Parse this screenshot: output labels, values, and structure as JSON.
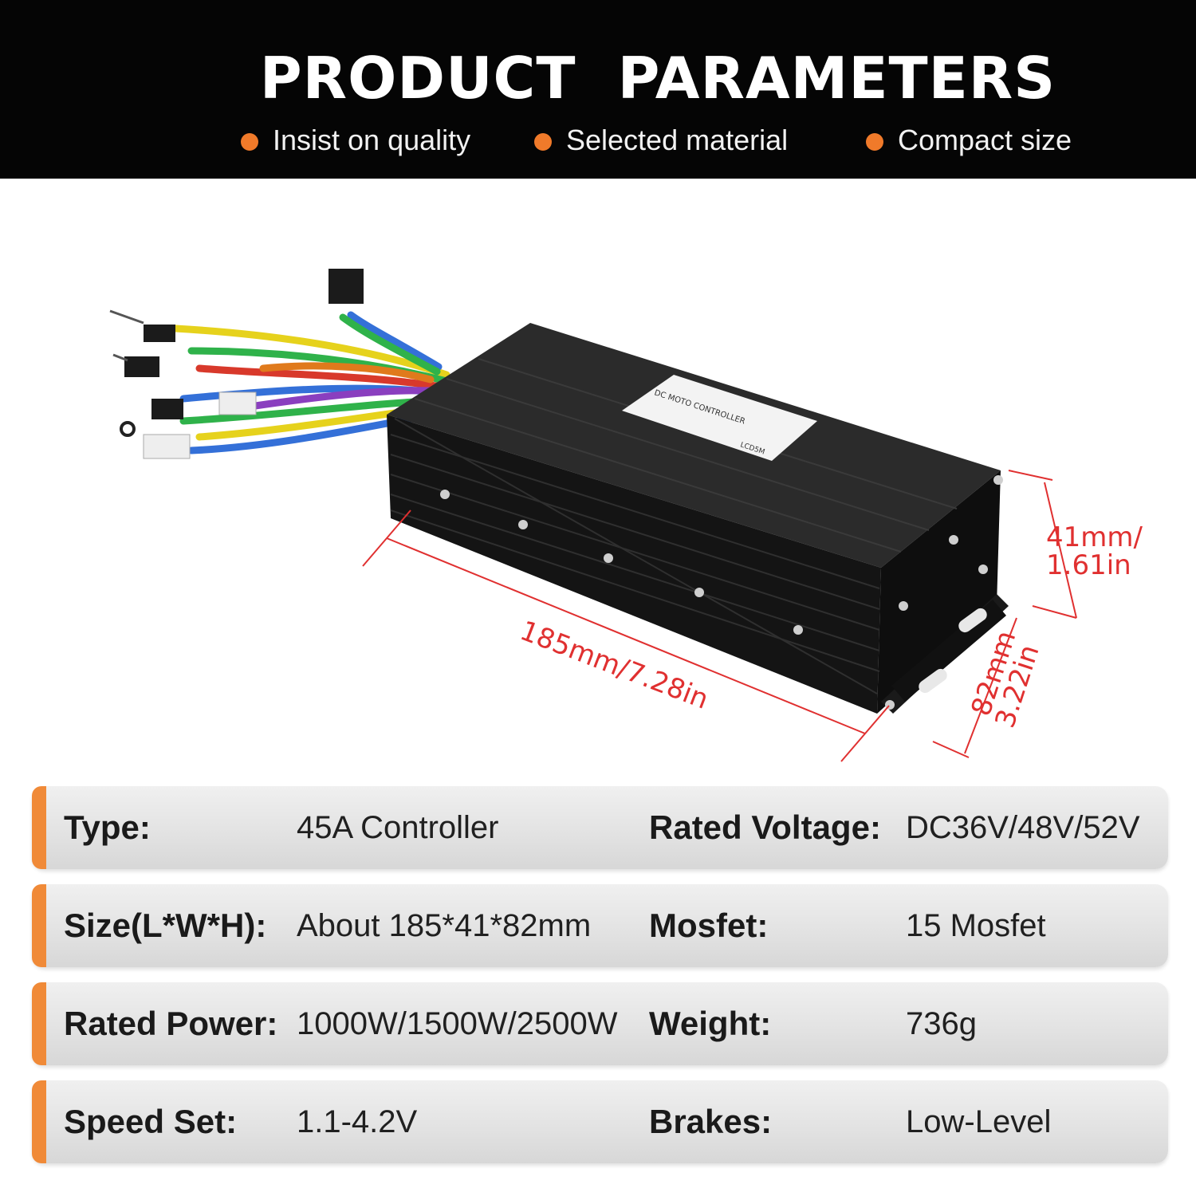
{
  "header": {
    "title": "PRODUCT  PARAMETERS",
    "features": [
      "Insist on quality",
      "Selected material",
      "Compact size"
    ]
  },
  "product": {
    "image": "motor-controller-photo",
    "label_lines": [
      "DC MOTO CONTROLLER",
      "LCD5M"
    ],
    "dimensions": {
      "length": "185mm/7.28in",
      "height_line1": "41mm/",
      "height_line2": "1.61in",
      "width_line1": "82mm",
      "width_line2": "3.22in"
    }
  },
  "specs": [
    {
      "label1": "Type:",
      "value1": "45A  Controller",
      "label2": "Rated Voltage:",
      "value2": "DC36V/48V/52V"
    },
    {
      "label1": "Size(L*W*H):",
      "value1": "About 185*41*82mm",
      "label2": "Mosfet:",
      "value2": "15 Mosfet"
    },
    {
      "label1": "Rated Power:",
      "value1": "1000W/1500W/2500W",
      "label2": "Weight:",
      "value2": "736g"
    },
    {
      "label1": "Speed Set:",
      "value1": "1.1-4.2V",
      "label2": "Brakes:",
      "value2": "Low-Level"
    }
  ],
  "colors": {
    "header_bg": "#050505",
    "accent": "#f07a2a",
    "dimension_red": "#e03030",
    "row_bg": "#e3e3e3"
  }
}
